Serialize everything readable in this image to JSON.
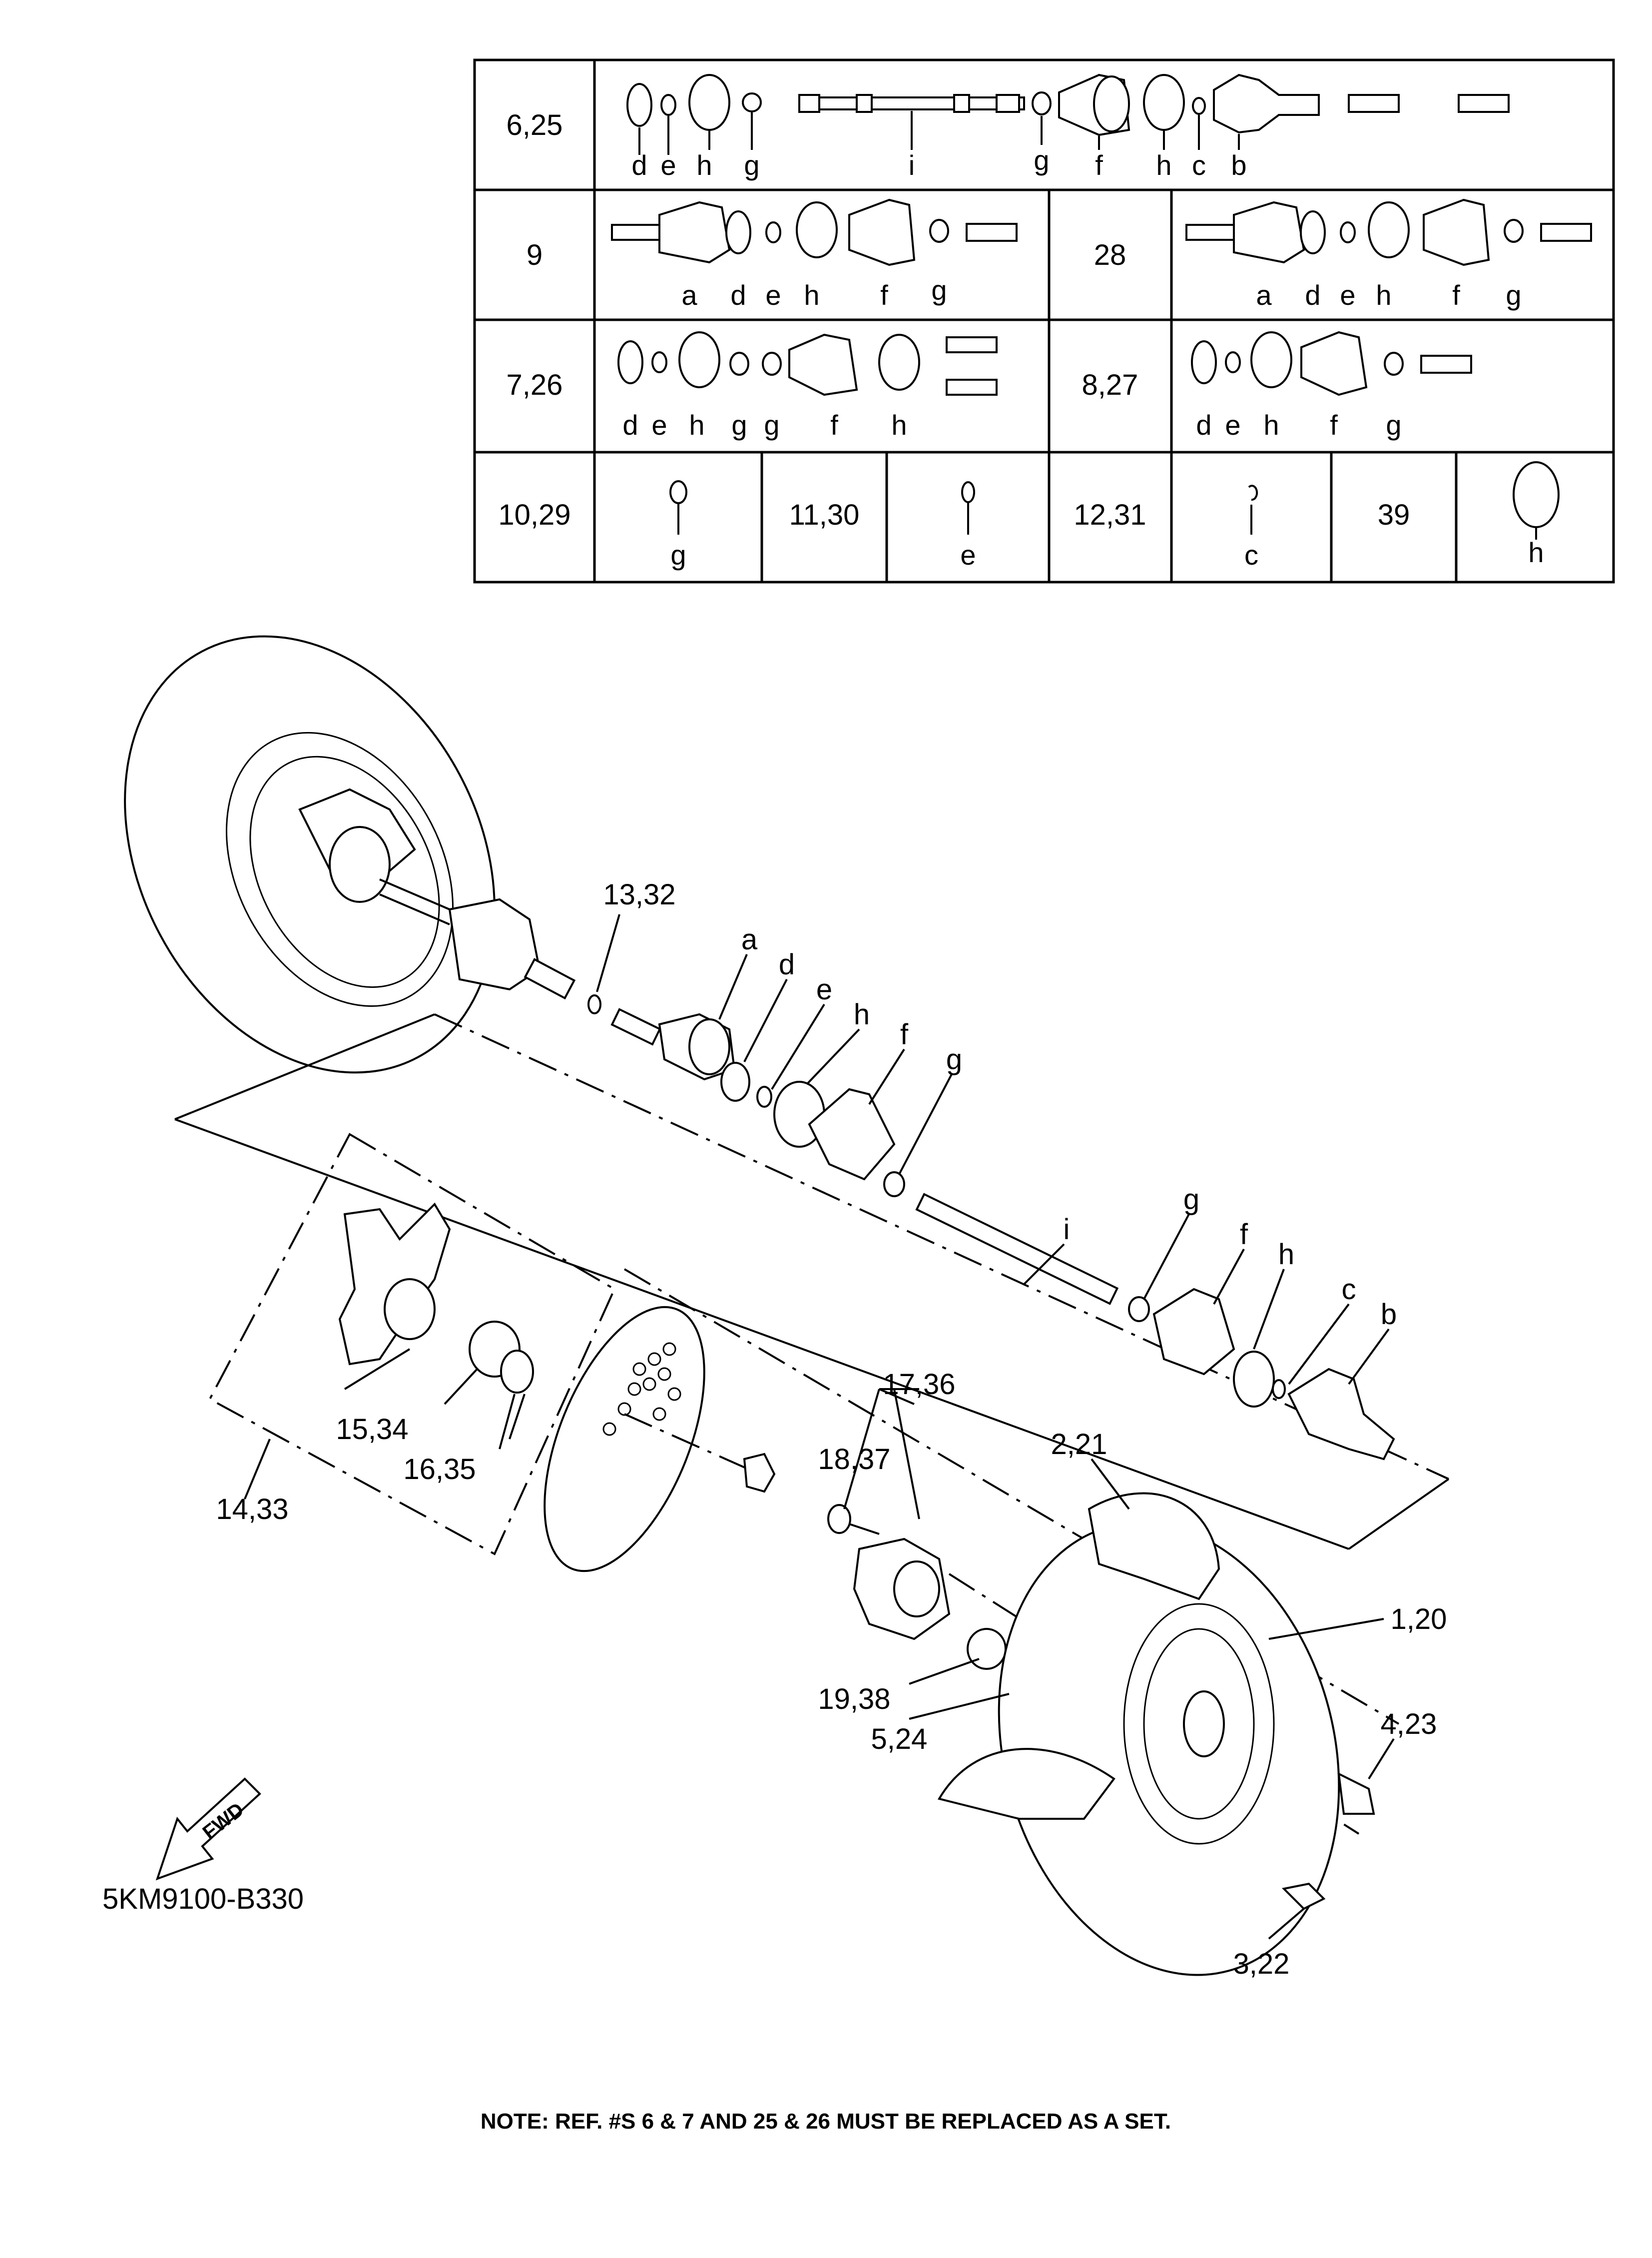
{
  "table": {
    "rows": [
      {
        "ref": "6,25",
        "letters": [
          "d",
          "e",
          "h",
          "g",
          "i",
          "g",
          "f",
          "h",
          "c",
          "b"
        ]
      },
      {
        "ref": "9",
        "letters": [
          "a",
          "d",
          "e",
          "h",
          "f",
          "g"
        ],
        "ref2": "28",
        "letters2": [
          "a",
          "d",
          "e",
          "h",
          "f",
          "g"
        ]
      },
      {
        "ref": "7,26",
        "letters": [
          "d",
          "e",
          "h",
          "g",
          "g",
          "f",
          "h"
        ],
        "ref2": "8,27",
        "letters2": [
          "d",
          "e",
          "h",
          "f",
          "g"
        ]
      },
      {
        "cells": [
          {
            "ref": "10,29",
            "letter": "g"
          },
          {
            "ref": "11,30",
            "letter": "e"
          },
          {
            "ref": "12,31",
            "letter": "c"
          },
          {
            "ref": "39",
            "letter": "h"
          }
        ]
      }
    ]
  },
  "callouts": {
    "c13_32": "13,32",
    "a": "a",
    "d": "d",
    "e": "e",
    "h1": "h",
    "f1": "f",
    "g1": "g",
    "i": "i",
    "g2": "g",
    "f2": "f",
    "h2": "h",
    "c": "c",
    "b": "b",
    "c17_36": "17,36",
    "c18_37": "18,37",
    "c2_21": "2,21",
    "c1_20": "1,20",
    "c15_34": "15,34",
    "c16_35": "16,35",
    "c14_33": "14,33",
    "c19_38": "19,38",
    "c5_24": "5,24",
    "c4_23": "4,23",
    "c3_22": "3,22"
  },
  "fwd_badge": "FWD",
  "diagram_code": "5KM9100-B330",
  "note": "NOTE: REF. #S 6 & 7 AND 25 & 26 MUST BE REPLACED AS A SET."
}
